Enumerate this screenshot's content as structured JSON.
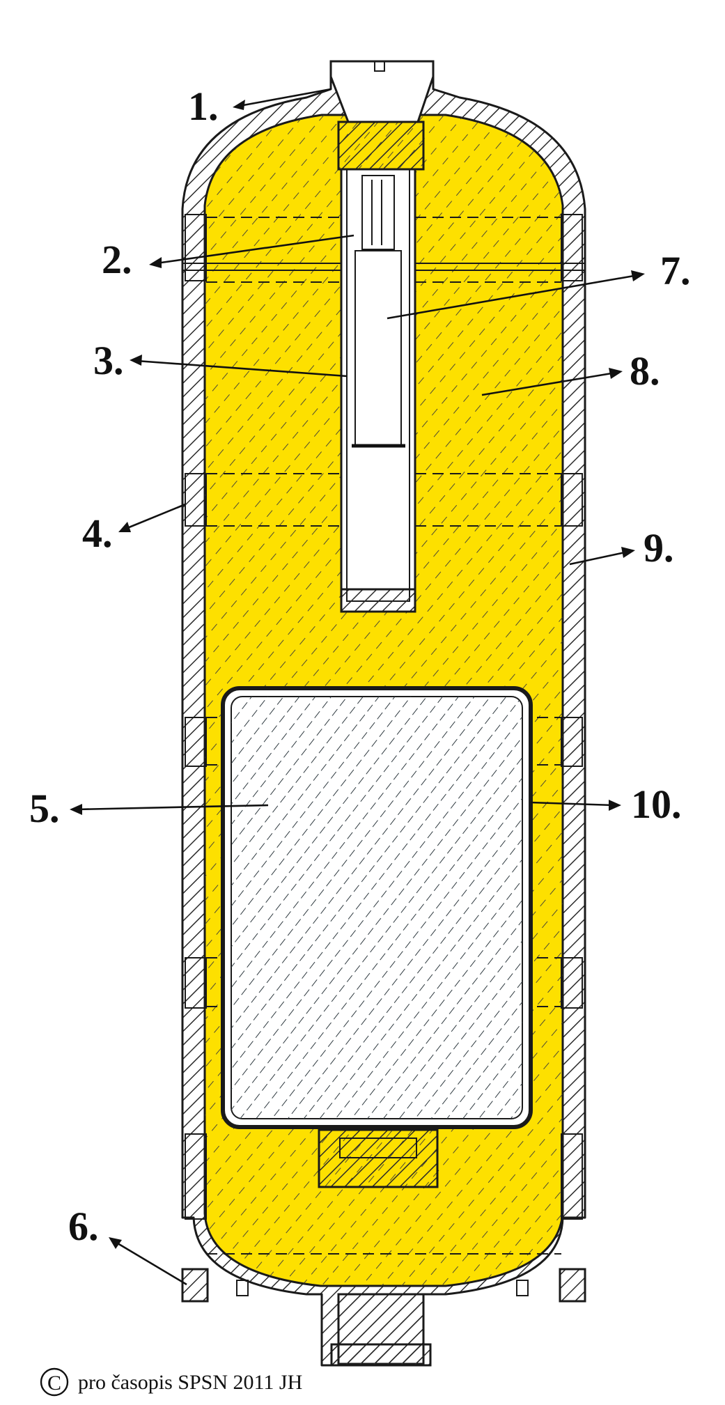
{
  "callouts": [
    {
      "id": "1",
      "label": "1."
    },
    {
      "id": "2",
      "label": "2."
    },
    {
      "id": "3",
      "label": "3."
    },
    {
      "id": "4",
      "label": "4."
    },
    {
      "id": "5",
      "label": "5."
    },
    {
      "id": "6",
      "label": "6."
    },
    {
      "id": "7",
      "label": "7."
    },
    {
      "id": "8",
      "label": "8."
    },
    {
      "id": "9",
      "label": "9."
    },
    {
      "id": "10",
      "label": "10."
    }
  ],
  "copyright": {
    "symbol": "C",
    "text": "pro časopis SPSN 2011 JH"
  },
  "colors": {
    "fill_yellow": "#fde000",
    "fill_blue": "#a9d3e1",
    "hatch": "#2a2a2a",
    "outline": "#1a1a1a",
    "background": "#ffffff"
  }
}
